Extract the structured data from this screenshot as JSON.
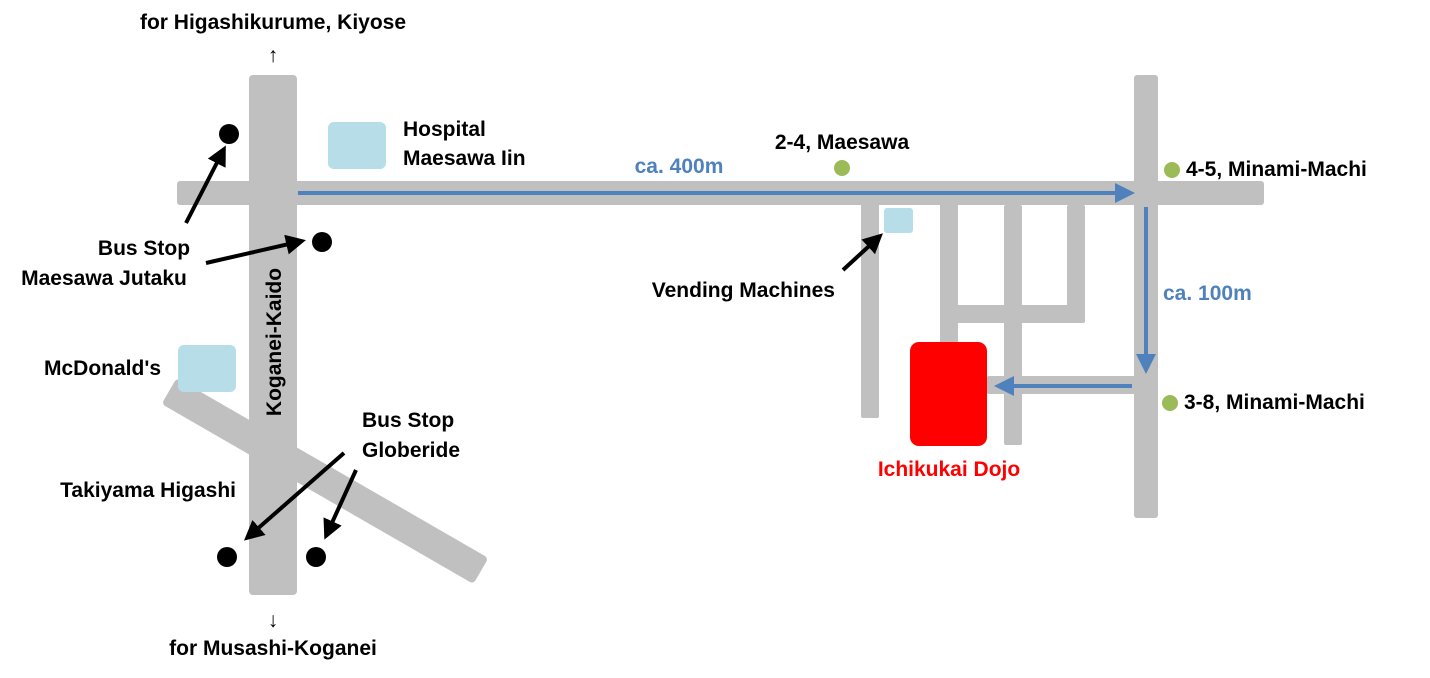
{
  "directions": {
    "north": "for Higashikurume, Kiyose",
    "south": "for Musashi-Koganei",
    "north_arrow": "↑",
    "south_arrow": "↓"
  },
  "roads": {
    "main_road_label": "Koganei-Kaido"
  },
  "places": {
    "hospital_line1": "Hospital",
    "hospital_line2": "Maesawa Iin",
    "mcdonalds": "McDonald's",
    "takiyama": "Takiyama Higashi",
    "vending": "Vending Machines",
    "dojo": "Ichikukai Dojo"
  },
  "bus_stops": {
    "maesawa_line1": "Bus Stop",
    "maesawa_line2": "Maesawa Jutaku",
    "globeride_line1": "Bus Stop",
    "globeride_line2": "Globeride"
  },
  "addresses": {
    "maesawa": "2-4, Maesawa",
    "minami_45": "4-5, Minami-Machi",
    "minami_38": "3-8, Minami-Machi"
  },
  "distances": {
    "east": "ca. 400m",
    "south": "ca. 100m"
  },
  "colors": {
    "road": "#c0c0c0",
    "building": "#b7dde8",
    "route": "#4f81bd",
    "dojo": "#ff0000",
    "address_marker": "#9bbb59",
    "bus_stop_marker": "#000000"
  }
}
